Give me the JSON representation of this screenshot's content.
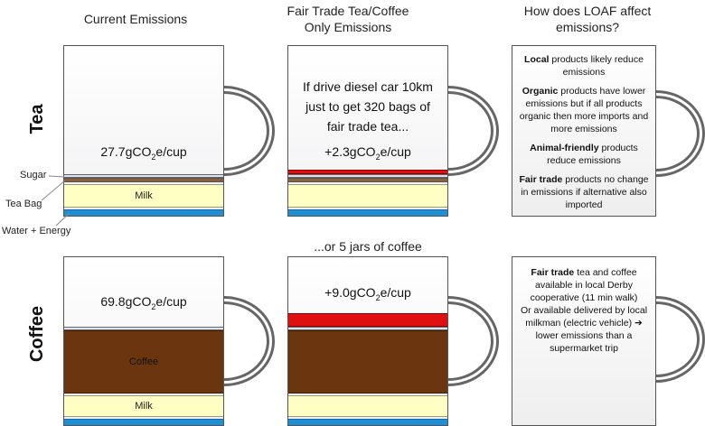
{
  "headers": {
    "current": "Current Emissions",
    "fairtrade_line1": "Fair Trade Tea/Coffee",
    "fairtrade_line2": "Only Emissions",
    "loaf_line1": "How does LOAF affect",
    "loaf_line2": "emissions?"
  },
  "rows": {
    "tea": "Tea",
    "coffee": "Coffee"
  },
  "tea_current": {
    "value_prefix": "27.7gCO",
    "value_sub": "2",
    "value_suffix": "e/cup",
    "milk": "Milk",
    "labels": {
      "sugar": "Sugar",
      "teabag": "Tea Bag",
      "water": "Water + Energy"
    }
  },
  "tea_fairtrade": {
    "line1": "If drive diesel car 10km",
    "line2": "just to get 320 bags of",
    "line3": "fair trade tea...",
    "value_prefix": "+2.3gCO",
    "value_sub": "2",
    "value_suffix": "e/cup",
    "milk": ""
  },
  "coffee_caption": "...or 5 jars of coffee",
  "coffee_current": {
    "value_prefix": "69.8gCO",
    "value_sub": "2",
    "value_suffix": "e/cup",
    "coffee": "Coffee",
    "milk": "Milk"
  },
  "coffee_fairtrade": {
    "value_prefix": "+9.0gCO",
    "value_sub": "2",
    "value_suffix": "e/cup"
  },
  "loaf_tea": {
    "p1_bold": "Local",
    "p1_rest": " products likely reduce emissions",
    "p2_bold": "Organic",
    "p2_rest": " products have lower emissions but if all products organic then more imports and more emissions",
    "p3_bold": "Animal-friendly",
    "p3_rest": " products reduce emissions",
    "p4_bold": "Fair trade",
    "p4_rest": " products no change in emissions if alternative also imported"
  },
  "loaf_coffee": {
    "p1_bold": "Fair trade",
    "p1_rest": " tea and coffee available in local Derby cooperative (11 min walk)",
    "p2": "Or available delivered by local milkman (electric vehicle)",
    "arrow": "➔",
    "p3": "lower emissions than a supermarket trip"
  },
  "colors": {
    "milk": "#ffffc4",
    "water": "#1f8fd4",
    "teabag": "#8b5e3c",
    "coffee": "#6b360f",
    "fairtrade_extra": "#e01010"
  }
}
